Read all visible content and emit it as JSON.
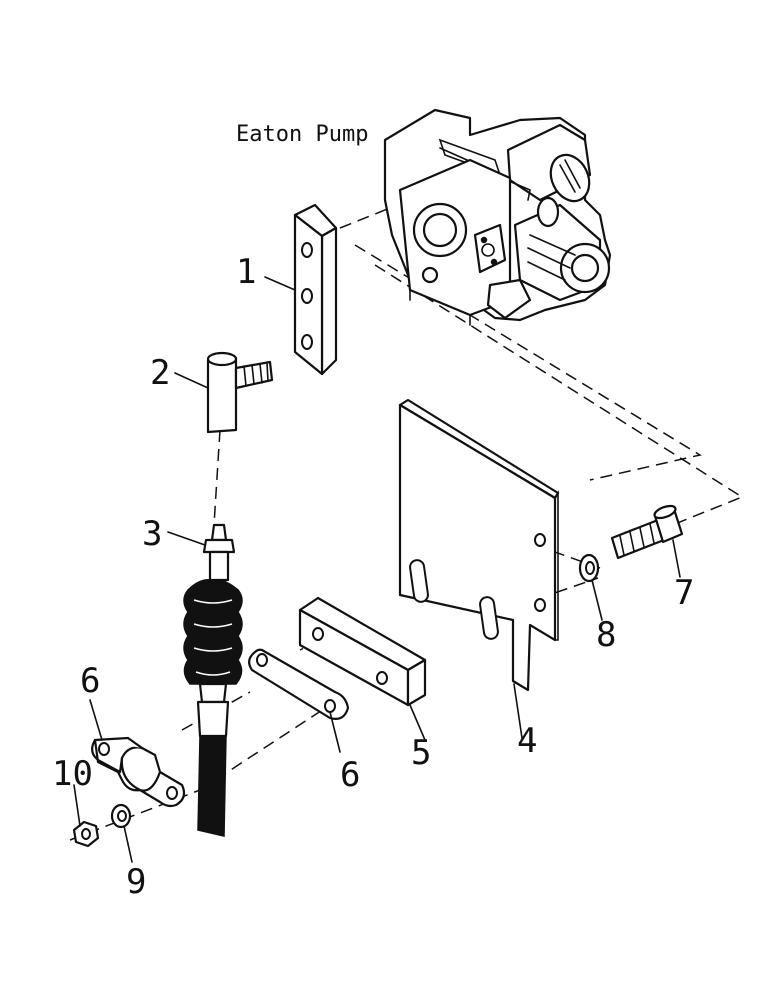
{
  "diagram": {
    "title": "Eaton Pump",
    "callouts": [
      "1",
      "2",
      "3",
      "4",
      "5",
      "6",
      "6",
      "7",
      "8",
      "9",
      "10"
    ]
  }
}
